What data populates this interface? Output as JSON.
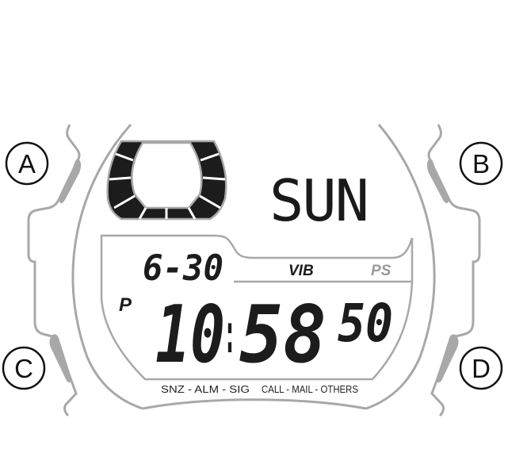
{
  "buttons": [
    {
      "id": "A",
      "label": "A"
    },
    {
      "id": "B",
      "label": "B"
    },
    {
      "id": "C",
      "label": "C"
    },
    {
      "id": "D",
      "label": "D"
    }
  ],
  "display": {
    "day_of_week": "SUN",
    "date": "6-30",
    "indicators": {
      "vib": "VIB",
      "ps": "PS"
    },
    "am_pm": "P",
    "time_hours": "10",
    "time_separator": ":",
    "time_minutes": "58",
    "seconds": "50",
    "bottom_labels": {
      "left": "SNZ - ALM - SIG",
      "right": "CALL - MAIL - OTHERS"
    }
  },
  "colors": {
    "segment": "#1c1c1c",
    "case_outline": "#a8a8a8",
    "button_fill": "#a8a8a8",
    "ps_indicator": "#999999"
  }
}
